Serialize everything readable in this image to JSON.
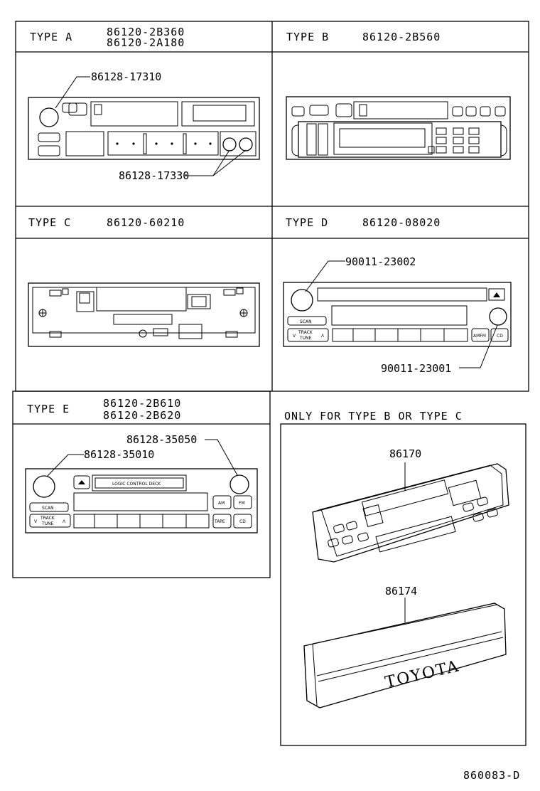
{
  "type_a": {
    "title": "TYPE A",
    "parts": [
      "86120-2B360",
      "86120-2A180"
    ],
    "callout_top": "86128-17310",
    "callout_bottom": "86128-17330"
  },
  "type_b": {
    "title": "TYPE B",
    "part": "86120-2B560"
  },
  "type_c": {
    "title": "TYPE C",
    "part": "86120-60210"
  },
  "type_d": {
    "title": "TYPE D",
    "part": "86120-08020",
    "callout_top": "90011-23002",
    "callout_bottom": "90011-23001",
    "buttons": {
      "scan": "SCAN",
      "track": "TRACK",
      "tune": "TUNE",
      "amfm": "AMFM",
      "cd": "CD"
    }
  },
  "type_e": {
    "title": "TYPE E",
    "parts": [
      "86120-2B610",
      "86120-2B620"
    ],
    "callout_right": "86128-35050",
    "callout_left": "86128-35010",
    "buttons": {
      "scan": "SCAN",
      "track": "TRACK",
      "tune": "TUNE",
      "am": "AM",
      "fm": "FM",
      "tape": "TAPE",
      "cd": "CD",
      "deck": "LOGIC CONTROL DECK"
    }
  },
  "only_for": {
    "title": "ONLY FOR TYPE B OR TYPE C",
    "part_top": "86170",
    "part_bottom": "86174",
    "brand": "TOYOTA"
  },
  "figure_id": "860083-D"
}
